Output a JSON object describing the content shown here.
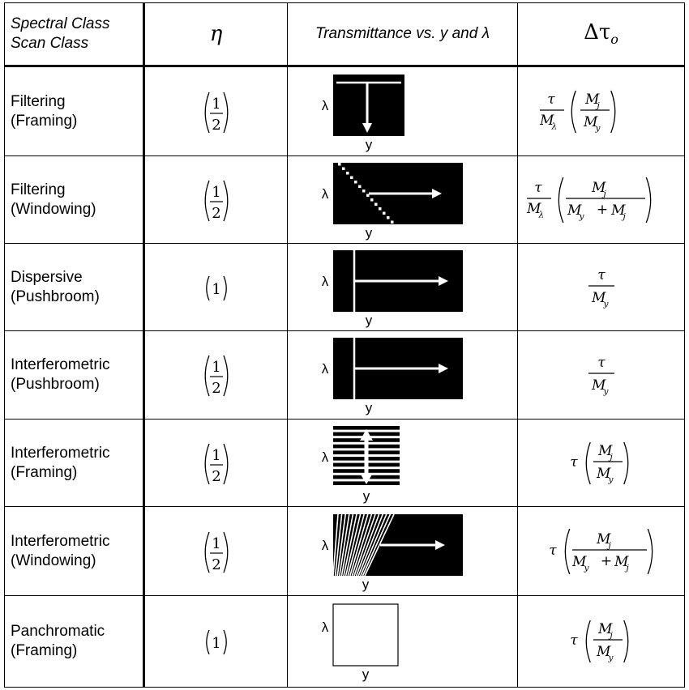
{
  "header": {
    "class_line1": "Spectral Class",
    "class_line2": "Scan Class",
    "eta": "η",
    "transmittance": "Transmittance vs. y and λ",
    "delta_tau": "Δτ",
    "delta_tau_sub": "o"
  },
  "axis_labels": {
    "lambda": "λ",
    "y": "y"
  },
  "rows": [
    {
      "line1": "Filtering",
      "line2": "(Framing)",
      "eta": "1/2",
      "diagram": "framing-filter",
      "delta": "τ/Mλ·(Mj/My)"
    },
    {
      "line1": "Filtering",
      "line2": "(Windowing)",
      "eta": "1/2",
      "diagram": "windowing-filter",
      "delta": "τ/Mλ·(Mj/(My+Mj))"
    },
    {
      "line1": "Dispersive",
      "line2": "(Pushbroom)",
      "eta": "1",
      "diagram": "pushbroom",
      "delta": "τ/My"
    },
    {
      "line1": "Interferometric",
      "line2": "(Pushbroom)",
      "eta": "1/2",
      "diagram": "pushbroom",
      "delta": "τ/My"
    },
    {
      "line1": "Interferometric",
      "line2": "(Framing)",
      "eta": "1/2",
      "diagram": "fringes-framing",
      "delta": "τ·(Mj/My)"
    },
    {
      "line1": "Interferometric",
      "line2": "(Windowing)",
      "eta": "1/2",
      "diagram": "fringes-windowing",
      "delta": "τ·(Mj/(My+Mj))"
    },
    {
      "line1": "Panchromatic",
      "line2": "(Framing)",
      "eta": "1",
      "diagram": "blank",
      "delta": "τ·(Mj/My)"
    }
  ],
  "math": {
    "tau": "τ",
    "M": "M",
    "sub_j": "j",
    "sub_y": "y",
    "sub_lambda": "λ",
    "plus": "+",
    "one": "1",
    "two": "2"
  }
}
